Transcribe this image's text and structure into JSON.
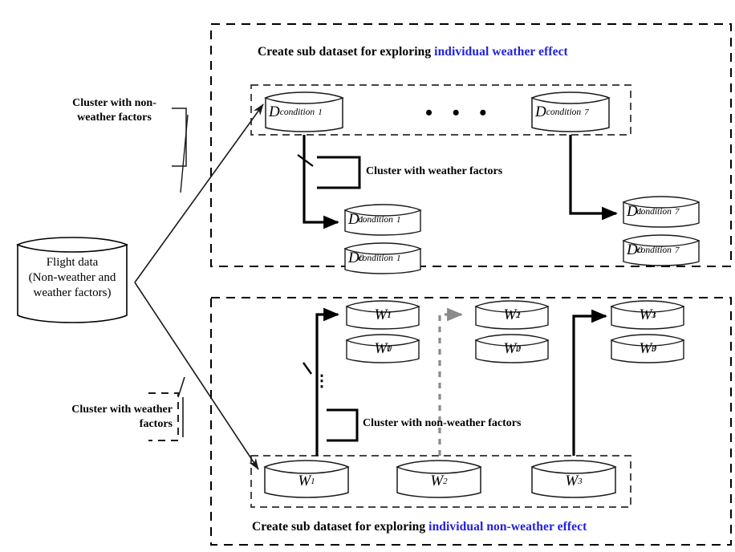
{
  "diagram": {
    "title_top_plain": "Create sub dataset for exploring ",
    "title_top_accent": "individual weather effect",
    "title_bottom_plain": "Create sub dataset for exploring ",
    "title_bottom_accent": "individual non-weather effect",
    "accent_color": "#2020e0",
    "line_color": "#000000",
    "gray_line_color": "#8a8a8a"
  },
  "source": {
    "line1": "Flight data",
    "line2": "(Non-weather and",
    "line3": "weather factors)"
  },
  "callouts": {
    "left_top_line1": "Cluster with non-",
    "left_top_line2": "weather factors",
    "left_bottom_line1": "Cluster with weather",
    "left_bottom_line2": "factors",
    "inner_top": "Cluster with weather factors",
    "inner_bottom": "Cluster with non-weather factors"
  },
  "ellipsis": {
    "horizontal": "• • •",
    "vertical": "⋮"
  },
  "top_panel": {
    "conditions": [
      {
        "base": "D",
        "sub": "condition",
        "index": "1"
      },
      {
        "base": "D",
        "sub": "condition",
        "index": "7"
      }
    ],
    "derived": [
      {
        "base": "D",
        "sup": "1",
        "sub": "condition",
        "index": "1"
      },
      {
        "base": "D",
        "sup": "0",
        "sub": "condition",
        "index": "1"
      },
      {
        "base": "D",
        "sup": "1",
        "sub": "condition",
        "index": "7"
      },
      {
        "base": "D",
        "sup": "0",
        "sub": "condition",
        "index": "7"
      }
    ]
  },
  "bottom_panel": {
    "groups": [
      {
        "base": "W",
        "index": "1"
      },
      {
        "base": "W",
        "index": "2"
      },
      {
        "base": "W",
        "index": "3"
      }
    ],
    "derived": [
      {
        "base": "W",
        "sup": "1",
        "index": "1"
      },
      {
        "base": "W",
        "sup": "0",
        "index": "1"
      },
      {
        "base": "W",
        "sup": "1",
        "index": "2"
      },
      {
        "base": "W",
        "sup": "0",
        "index": "2"
      },
      {
        "base": "W",
        "sup": "1",
        "index": "3"
      },
      {
        "base": "W",
        "sup": "0",
        "index": "3"
      }
    ]
  }
}
